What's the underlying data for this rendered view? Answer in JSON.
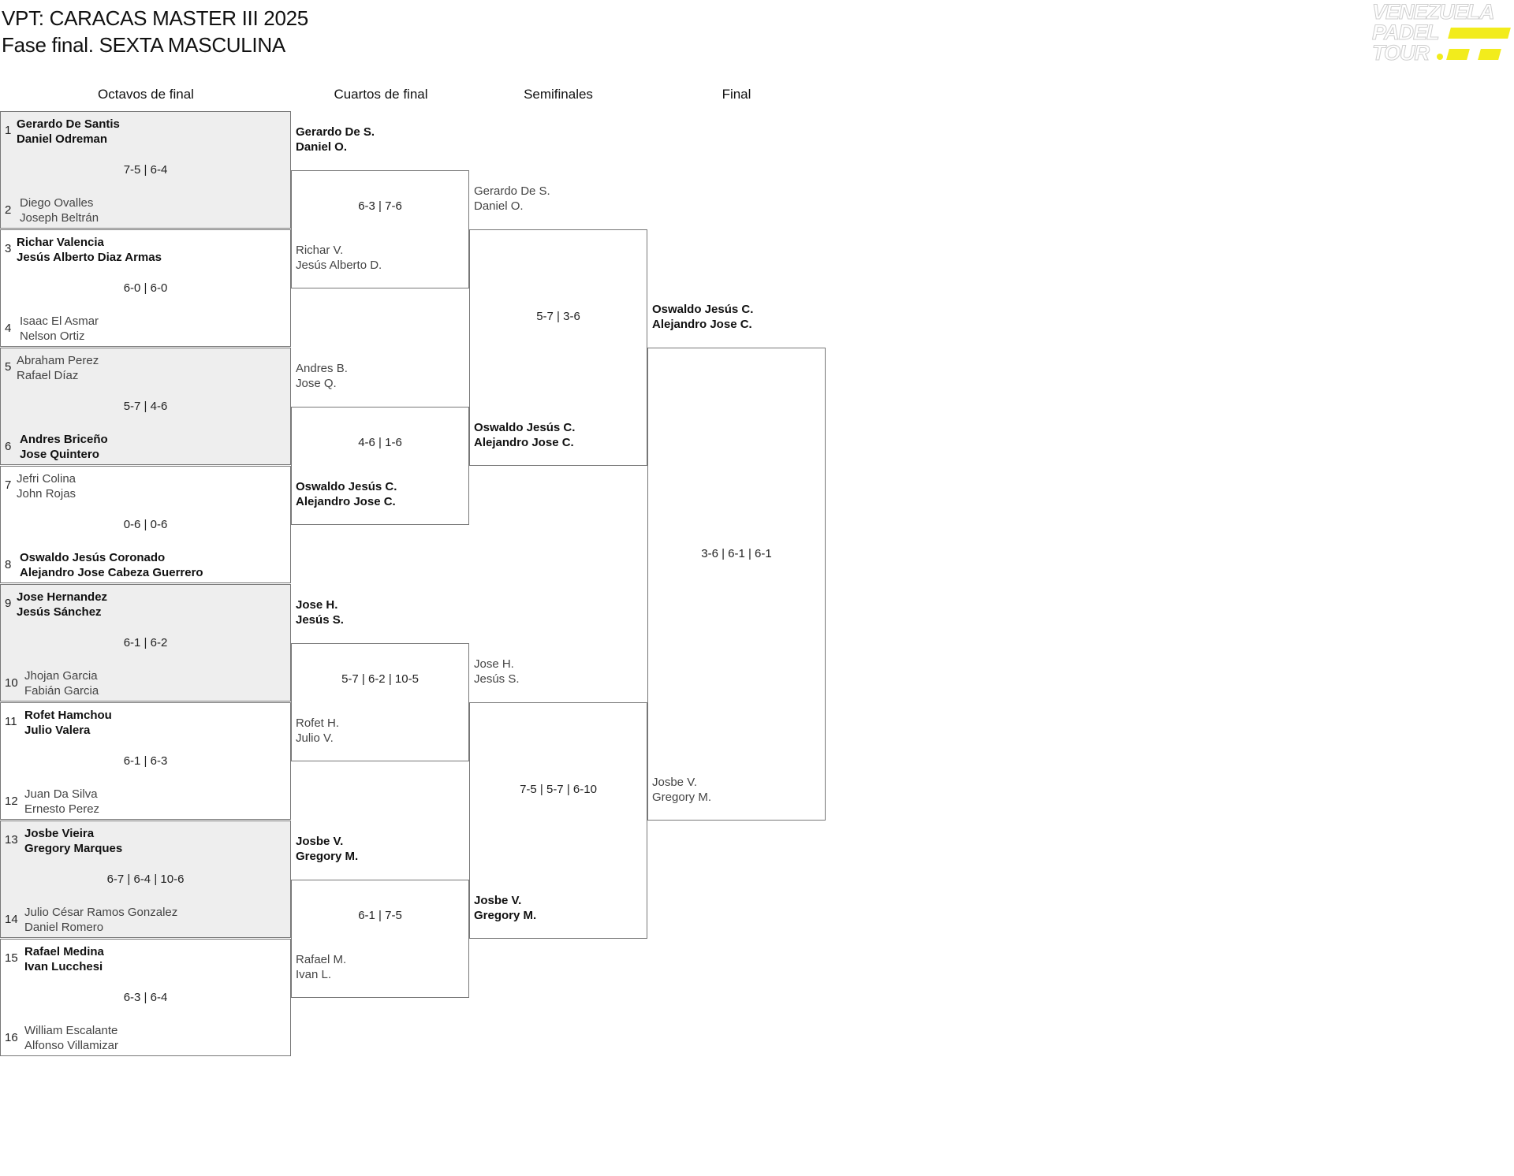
{
  "title": "VPT: CARACAS MASTER III 2025",
  "subtitle": "Fase final. SEXTA MASCULINA",
  "logo": {
    "lines": [
      "VENEZUELA",
      "PADEL",
      "TOUR"
    ],
    "accent": "#f2ec1c"
  },
  "rounds": [
    "Octavos de final",
    "Cuartos de final",
    "Semifinales",
    "Final"
  ],
  "octavos": [
    {
      "seed_a": "1",
      "a1": "Gerardo De Santis",
      "a2": "Daniel Odreman",
      "score": "7-5 | 6-4",
      "seed_b": "2",
      "b1": "Diego Ovalles",
      "b2": "Joseph Beltrán",
      "winner": "a"
    },
    {
      "seed_a": "3",
      "a1": "Richar Valencia",
      "a2": "Jesús Alberto Diaz Armas",
      "score": "6-0 | 6-0",
      "seed_b": "4",
      "b1": "Isaac El Asmar",
      "b2": "Nelson Ortiz",
      "winner": "a"
    },
    {
      "seed_a": "5",
      "a1": "Abraham Perez",
      "a2": "Rafael Díaz",
      "score": "5-7 | 4-6",
      "seed_b": "6",
      "b1": "Andres Briceño",
      "b2": "Jose Quintero",
      "winner": "b"
    },
    {
      "seed_a": "7",
      "a1": "Jefri Colina",
      "a2": "John Rojas",
      "score": "0-6 | 0-6",
      "seed_b": "8",
      "b1": "Oswaldo Jesús Coronado",
      "b2": "Alejandro Jose Cabeza Guerrero",
      "winner": "b"
    },
    {
      "seed_a": "9",
      "a1": "Jose Hernandez",
      "a2": "Jesús Sánchez",
      "score": "6-1 | 6-2",
      "seed_b": "10",
      "b1": "Jhojan Garcia",
      "b2": "Fabián Garcia",
      "winner": "a"
    },
    {
      "seed_a": "11",
      "a1": "Rofet Hamchou",
      "a2": "Julio Valera",
      "score": "6-1 | 6-3",
      "seed_b": "12",
      "b1": "Juan Da Silva",
      "b2": "Ernesto Perez",
      "winner": "a"
    },
    {
      "seed_a": "13",
      "a1": "Josbe Vieira",
      "a2": "Gregory Marques",
      "score": "6-7 | 6-4 | 10-6",
      "seed_b": "14",
      "b1": "Julio César Ramos Gonzalez",
      "b2": "Daniel Romero",
      "winner": "a"
    },
    {
      "seed_a": "15",
      "a1": "Rafael Medina",
      "a2": "Ivan Lucchesi",
      "score": "6-3 | 6-4",
      "seed_b": "16",
      "b1": "William Escalante",
      "b2": "Alfonso Villamizar",
      "winner": "a"
    }
  ],
  "cuartos": [
    {
      "a1": "Gerardo De S.",
      "a2": "Daniel O.",
      "score": "6-3 | 7-6",
      "b1": "Richar V.",
      "b2": "Jesús Alberto D.",
      "winner": "a"
    },
    {
      "a1": "Andres B.",
      "a2": "Jose Q.",
      "score": "4-6 | 1-6",
      "b1": "Oswaldo Jesús C.",
      "b2": "Alejandro Jose C.",
      "winner": "b"
    },
    {
      "a1": "Jose H.",
      "a2": "Jesús S.",
      "score": "5-7 | 6-2 | 10-5",
      "b1": "Rofet H.",
      "b2": "Julio V.",
      "winner": "a"
    },
    {
      "a1": "Josbe V.",
      "a2": "Gregory M.",
      "score": "6-1 | 7-5",
      "b1": "Rafael M.",
      "b2": "Ivan L.",
      "winner": "a"
    }
  ],
  "semis": [
    {
      "a1": "Gerardo De S.",
      "a2": "Daniel O.",
      "score": "5-7 | 3-6",
      "b1": "Oswaldo Jesús C.",
      "b2": "Alejandro Jose C.",
      "winner": "b"
    },
    {
      "a1": "Jose H.",
      "a2": "Jesús S.",
      "score": "7-5 | 5-7 | 6-10",
      "b1": "Josbe V.",
      "b2": "Gregory M.",
      "winner": "b"
    }
  ],
  "final": {
    "a1": "Oswaldo Jesús C.",
    "a2": "Alejandro Jose C.",
    "score": "3-6 | 6-1 | 6-1",
    "b1": "Josbe V.",
    "b2": "Gregory M.",
    "winner": "a"
  }
}
